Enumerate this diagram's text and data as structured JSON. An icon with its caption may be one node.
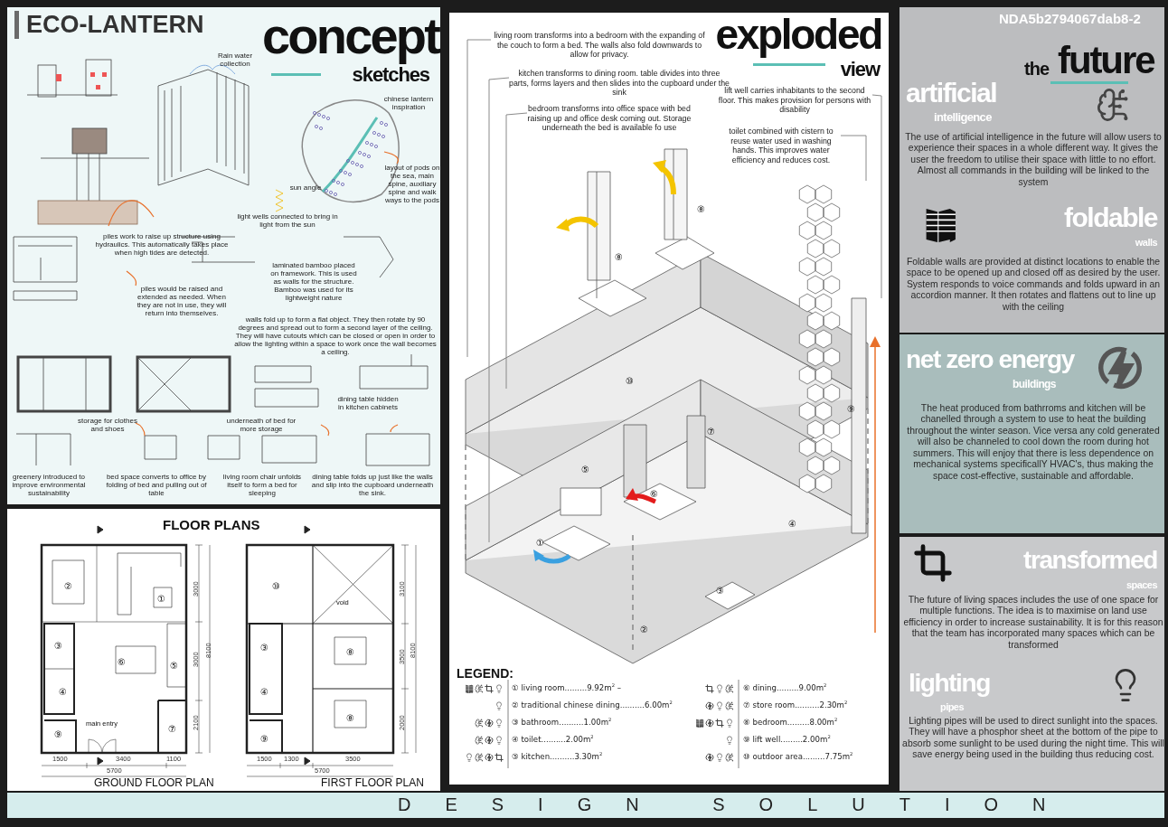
{
  "diagram": {
    "title": "ECO-LANTERN",
    "nodes": [
      {
        "text": [
          "living room transforms into a bedroom with the expanding of the couch to form a bed. The walls also fold downwards to allow for privacy."
        ]
      },
      {
        "text": [
          "kitchen transforms to dining room. table divides into three parts, forms layers and then slides into the cupboard under the sink"
        ]
      },
      {
        "text": [
          "bedroom transforms into office space with bed raising up and office desk coming out. Storage underneath the bed is available fo use"
        ]
      },
      {
        "text": [
          "lift well carries inhabitants to the second floor. This makes provision for persons with disability"
        ]
      },
      {
        "text": [
          "toilet combined with cistern to reuse water used in washing hands. This improves water efficiency and reduces cost."
        ]
      }
    ],
    "edges": [
      {
        "from": 0,
        "to": null,
        "arrow": "none"
      },
      {
        "from": 1,
        "to": null,
        "arrow": "none"
      },
      {
        "from": 2,
        "to": null,
        "arrow": "none"
      },
      {
        "from": 3,
        "to": null,
        "arrow": "none"
      },
      {
        "from": 4,
        "to": null,
        "arrow": "none"
      }
    ],
    "labels": [
      "concept",
      "sketches",
      "Rain water collection",
      "chinese lantern inspiration",
      "layout of pods on the sea, main spine, auxiliary spine and walk ways to the pods",
      "sun angle",
      "light wells connected to bring in light from the sun",
      "piles work to raise up structure using hydraulics. This automatically takes place when high tides are detected.",
      "laminated bamboo placed on framework. This is used as walls for the structure. Bamboo was used for its lightweight nature",
      "piles would be raised and extended as needed. When they are not in use, they will return into themselves.",
      "walls fold up to form a flat object. They then rotate by 90 degrees and spread out to form a second layer of the ceiling. They will have cutouts which can be closed or open in order to allow the lighting within a space to work once the wall becomes a ceiling.",
      "storage for clothes and shoes",
      "underneath of bed for more storage",
      "dining table hidden in kitchen cabinets",
      "greenery introduced to improve environmental sustainability",
      "bed space converts to office by folding of bed and pulling out of table",
      "living room chair unfolds itself to form a bed for sleeping",
      "dining table folds up just like the walls and slip into the cupboard underneath the sink.",
      "FLOOR PLANS",
      "②",
      "①",
      "③",
      "⑥",
      "⑤",
      "④",
      "main entry",
      "⑨",
      "⑦",
      "3000",
      "3000",
      "2100",
      "8100",
      "1500",
      "3400",
      "1100",
      "5700",
      "GROUND FLOOR PLAN",
      "⑩",
      "void",
      "③",
      "⑧",
      "④",
      "⑧",
      "⑨",
      "3100",
      "3500",
      "2000",
      "8100",
      "1500",
      "1300",
      "3500",
      "5700",
      "FIRST FLOOR PLAN",
      "exploded",
      "view",
      "⑧",
      "⑧",
      "⑩",
      "⑨",
      "⑦",
      "⑤",
      "⑥",
      "①",
      "④",
      "③",
      "②",
      "LEGEND:",
      "① living room.........9.92m$^{2}$ –",
      "⑥ dining.........9.00m$^{2}$",
      "② traditional chinese dining..........6.00m$^{2}$",
      "⑦ store room..........2.30m$^{2}$",
      "③ bathroom..........1.00m$^{2}$",
      "⑧ bedroom.........8.00m$^{2}$",
      "④ toilet..........2.00m$^{2}$",
      "⑨ lift well.........2.00m$^{2}$",
      "⑤ kitchen..........3.30m$^{2}$",
      "⑩ outdoor area.........7.75m$^{2}$",
      "NDA5b2794067dab8-2",
      "the",
      "future",
      "artificial",
      "intelligence",
      "The use of artificial intelligence in the future will allow users to experience their spaces in a whole different way. It gives the user the freedom to utilise their space with little to no effort. Almost all commands in the building will be linked to the system",
      "foldable",
      "walls",
      "Foldable walls are provided at distinct locations to enable the space to be opened up and closed off as desired by the user. System responds to voice commands and folds upward in an accordion manner. It then rotates and flattens out to line up with the ceiling",
      "net zero energy",
      "buildings",
      "The heat produced from bathrroms and kitchen will be chanelled through a system to use to heat the building throughout the winter season. Vice versa any cold generated will also be channeled to cool down the room during hot summers. This will enjoy that there is less dependence on mechanical systems specificallY HVAC's, thus making the space cost-effective, sustainable and affordable.",
      "transformed",
      "spaces",
      "The future of living spaces includes the use of one space for multiple functions. The idea is to maximise on land use efficiency in order to increase sustainability. It is for this reason that the team has incorporated many spaces which can be transformed",
      "lighting",
      "pipes",
      "Lighting pipes will be used to direct sunlight into the spaces. They will have a phosphor sheet at the bottom of the pipe to absorb some sunlight to be used during the night time. This will save energy being used in the building thus reducing cost.",
      "DESIGN SOLUTION"
    ]
  }
}
